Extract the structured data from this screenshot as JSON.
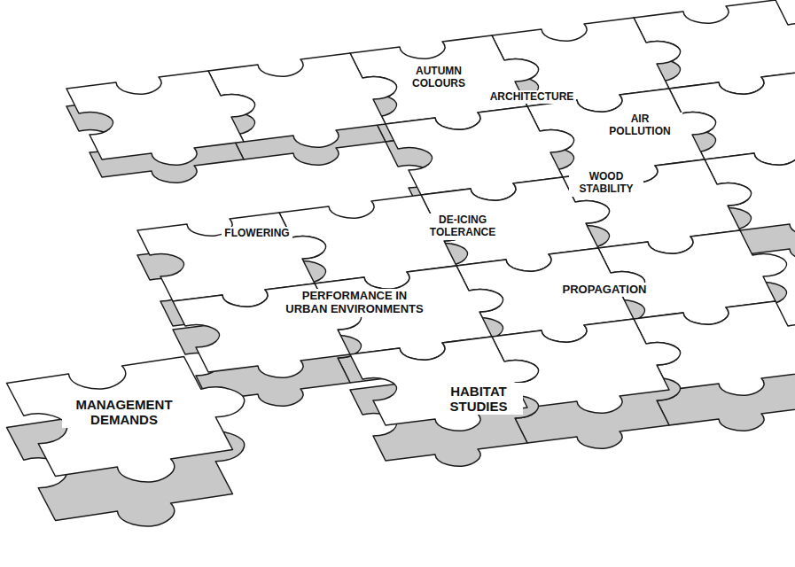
{
  "diagram": {
    "nodes": [
      {
        "text": [
          "AUTUMN COLOURS"
        ]
      },
      {
        "text": [
          "ARCHITECTURE"
        ]
      },
      {
        "text": [
          "AIR POLLUTION"
        ]
      },
      {
        "text": [
          "WOOD STABILITY"
        ]
      },
      {
        "text": [
          "FLOWERING"
        ]
      },
      {
        "text": [
          "DE-ICING TOLERANCE"
        ]
      },
      {
        "text": [
          "PERFORMANCE IN URBAN ENVIRONMENTS"
        ]
      },
      {
        "text": [
          "PROPAGATION"
        ]
      },
      {
        "text": [
          "HABITAT STUDIES"
        ]
      },
      {
        "text": [
          "MANAGEMENT DEMANDS"
        ]
      }
    ]
  }
}
